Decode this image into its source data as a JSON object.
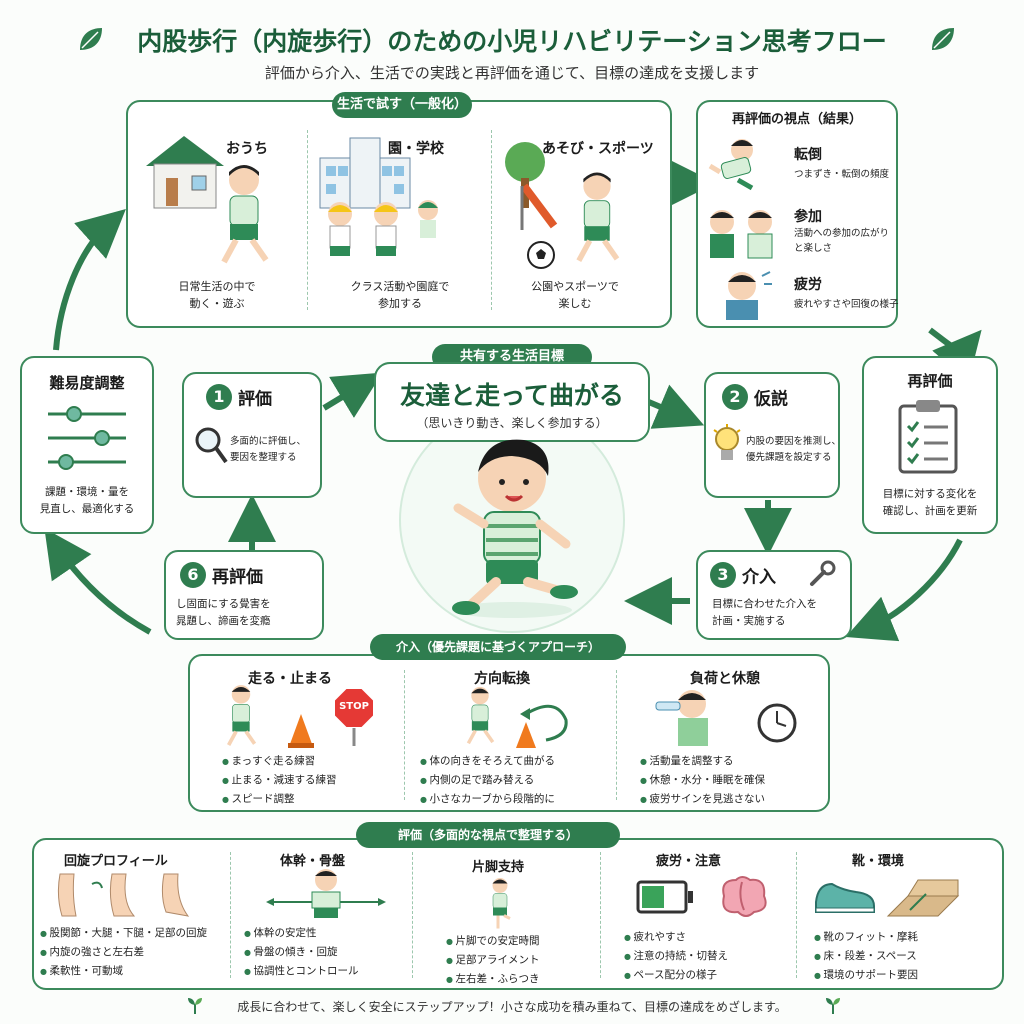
{
  "header": {
    "title": "内股歩行（内旋歩行）のための小児リハビリテーション思考フロー",
    "subtitle": "評価から介入、生活での実践と再評価を通じて、目標の達成を支援します"
  },
  "life_trial": {
    "label": "生活で試す（一般化）",
    "items": [
      {
        "title": "おうち",
        "desc": [
          "日常生活の中で",
          "動く・遊ぶ"
        ]
      },
      {
        "title": "園・学校",
        "desc": [
          "クラス活動や園庭で",
          "参加する"
        ]
      },
      {
        "title": "あそび・スポーツ",
        "desc": [
          "公園やスポーツで",
          "楽しむ"
        ]
      }
    ]
  },
  "reeval_view": {
    "title": "再評価の視点（結果）",
    "items": [
      {
        "title": "転倒",
        "desc": [
          "つまずき・転倒の頻度"
        ]
      },
      {
        "title": "参加",
        "desc": [
          "活動への参加の広がり",
          "と楽しさ"
        ]
      },
      {
        "title": "疲労",
        "desc": [
          "疲れやすさや回復の様子"
        ]
      }
    ]
  },
  "difficulty": {
    "title": "難易度調整",
    "desc": [
      "課題・環境・量を",
      "見直し、最適化する"
    ]
  },
  "step1": {
    "num": "1",
    "title": "評価",
    "desc": [
      "多面的に評価し、",
      "要因を整理する"
    ]
  },
  "goal": {
    "label": "共有する生活目標",
    "main": "友達と走って曲がる",
    "sub": "（思いきり動き、楽しく参加する）"
  },
  "step2": {
    "num": "2",
    "title": "仮説",
    "desc": [
      "内股の要因を推測し、",
      "優先課題を設定する"
    ]
  },
  "reeval_right": {
    "title": "再評価",
    "desc": [
      "目標に対する変化を",
      "確認し、計画を更新"
    ]
  },
  "step6": {
    "num": "6",
    "title": "再評価",
    "desc": [
      "し固面にする覺害を",
      "晁題し、諦画を変瘾"
    ]
  },
  "step3": {
    "num": "3",
    "title": "介入",
    "desc": [
      "目標に合わせた介入を",
      "計画・実施する"
    ]
  },
  "intervention": {
    "label": "介入（優先課題に基づくアプローチ）",
    "sections": [
      {
        "title": "走る・止まる",
        "stop_sign": "STOP",
        "bullets": [
          "まっすぐ走る練習",
          "止まる・減速する練習",
          "スピード調整"
        ]
      },
      {
        "title": "方向転換",
        "bullets": [
          "体の向きをそろえて曲がる",
          "内側の足で踏み替える",
          "小さなカーブから段階的に"
        ]
      },
      {
        "title": "負荷と休憩",
        "bullets": [
          "活動量を調整する",
          "休憩・水分・睡眠を確保",
          "疲労サインを見逃さない"
        ]
      }
    ]
  },
  "assessment": {
    "label": "評価（多面的な視点で整理する）",
    "sections": [
      {
        "title": "回旋プロフィール",
        "bullets": [
          "股関節・大腿・下腿・足部の回旋",
          "内旋の強さと左右差",
          "柔軟性・可動域"
        ]
      },
      {
        "title": "体幹・骨盤",
        "bullets": [
          "体幹の安定性",
          "骨盤の傾き・回旋",
          "協調性とコントロール"
        ]
      },
      {
        "title": "片脚支持",
        "bullets": [
          "片脚での安定時間",
          "足部アライメント",
          "左右差・ふらつき"
        ]
      },
      {
        "title": "疲労・注意",
        "bullets": [
          "疲れやすさ",
          "注意の持続・切替え",
          "ペース配分の様子"
        ]
      },
      {
        "title": "靴・環境",
        "bullets": [
          "靴のフィット・摩耗",
          "床・段差・スペース",
          "環境のサポート要因"
        ]
      }
    ]
  },
  "footer": {
    "text": "成長に合わせて、楽しく安全にステップアップ！小さな成功を積み重ねて、目標の達成をめざします。"
  },
  "colors": {
    "primary": "#2f7d4f",
    "border": "#3c8a5c",
    "shirt": "#d8efd9",
    "shorts": "#2e8b57"
  }
}
